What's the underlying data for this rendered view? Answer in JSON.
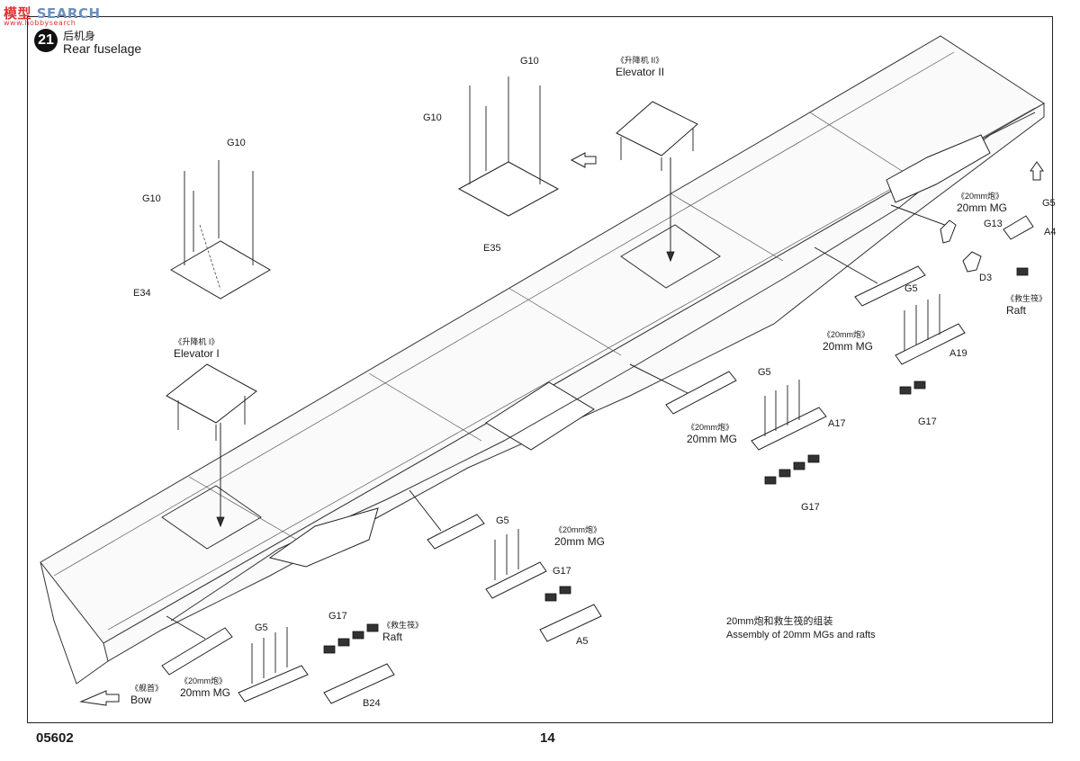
{
  "watermark": {
    "brand": "SEARCH",
    "cn": "模型",
    "small": "www.hobbysearch"
  },
  "step": {
    "number": "21",
    "title_cn": "后机身",
    "title_en": "Rear fuselage"
  },
  "labels": {
    "g10_a": "G10",
    "g10_b": "G10",
    "g10_c": "G10",
    "g10_d": "G10",
    "e34": "E34",
    "e35": "E35",
    "elevator2_cn": "《升降机 II》",
    "elevator2_en": "Elevator II",
    "elevator1_cn": "《升降机 I》",
    "elevator1_en": "Elevator I",
    "g5_a": "G5",
    "g5_b": "G5",
    "g5_c": "G5",
    "g5_d": "G5",
    "g5_e": "G5",
    "g13": "G13",
    "a4": "A4",
    "d3": "D3",
    "raft_cn": "《救生筏》",
    "raft_en": "Raft",
    "raft2_cn": "《救生筏》",
    "raft2_en": "Raft",
    "mg_cn": "《20mm炮》",
    "mg_en": "20mm MG",
    "a19": "A19",
    "a17": "A17",
    "a5": "A5",
    "b24": "B24",
    "g17_a": "G17",
    "g17_b": "G17",
    "g17_c": "G17",
    "g17_d": "G17",
    "bow_cn": "《舰首》",
    "bow_en": "Bow"
  },
  "note": {
    "cn": "20mm炮和救生筏的组装",
    "en": "Assembly of 20mm MGs and rafts"
  },
  "footer": {
    "code": "05602",
    "page": "14"
  }
}
